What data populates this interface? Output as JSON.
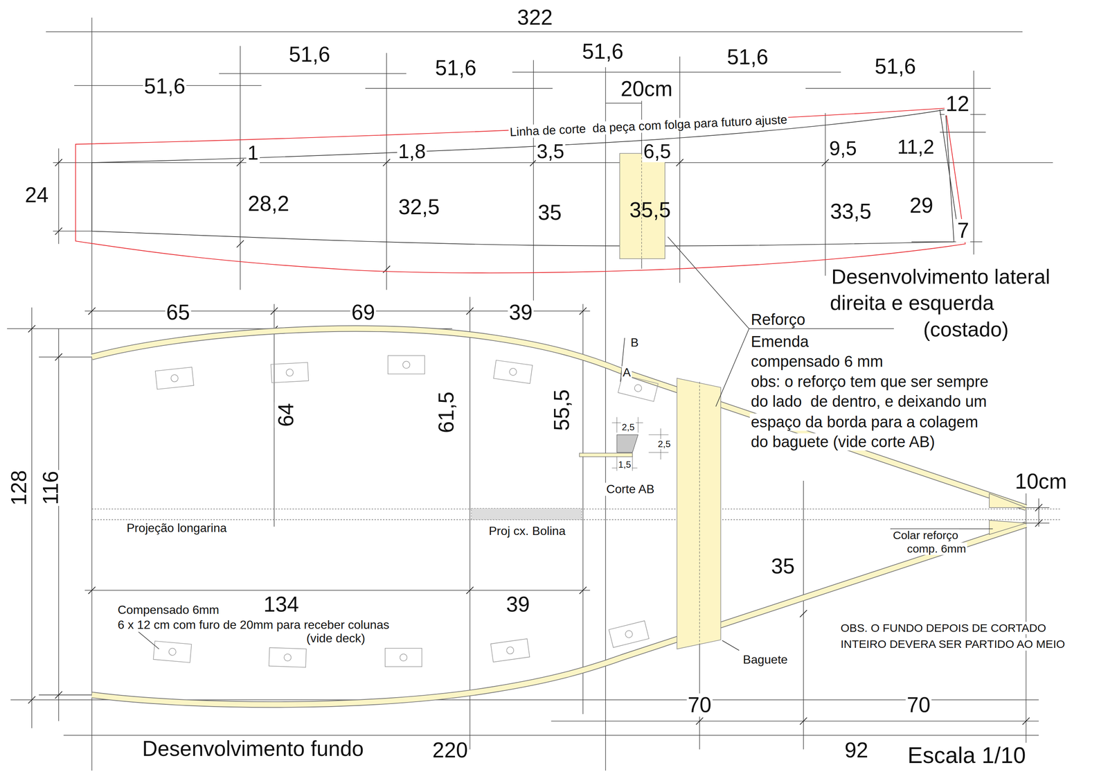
{
  "diagram": {
    "labels": [
      "322",
      "51,6",
      "51,6",
      "51,6",
      "51,6",
      "51,6",
      "51,6",
      "20cm",
      "12",
      "Linha de corte  da peça com folga para futuro ajuste",
      "1",
      "1,8",
      "3,5",
      "6,5",
      "9,5",
      "11,2",
      "24",
      "28,2",
      "32,5",
      "35",
      "35,5",
      "33,5",
      "29",
      "7",
      "Desenvolvimento lateral",
      "direita e esquerda",
      "(costado)",
      "65",
      "69",
      "39",
      "B",
      "Reforço",
      "Emenda",
      "compensado 6 mm",
      "obs: o reforço tem que ser sempre",
      "do lado  de dentro, e deixando um",
      "espaço da borda para a colagem",
      "do baguete (vide corte AB)",
      "A",
      "64",
      "61,5",
      "55,5",
      "2,5",
      "2,5",
      "1,5",
      "Corte AB",
      "10cm",
      "128",
      "116",
      "Projeção longarina",
      "Proj cx. Bolina",
      "Colar reforço",
      "comp. 6mm",
      "35",
      "134",
      "39",
      "Compensado 6mm",
      "6 x 12 cm com furo de 20mm para receber colunas",
      "(vide deck)",
      "OBS. O FUNDO DEPOIS DE CORTADO",
      "INTEIRO DEVERA SER PARTIDO AO MEIO",
      "Baguete",
      "70",
      "70",
      "Desenvolvimento fundo",
      "220",
      "92",
      "Escala 1/10"
    ]
  }
}
